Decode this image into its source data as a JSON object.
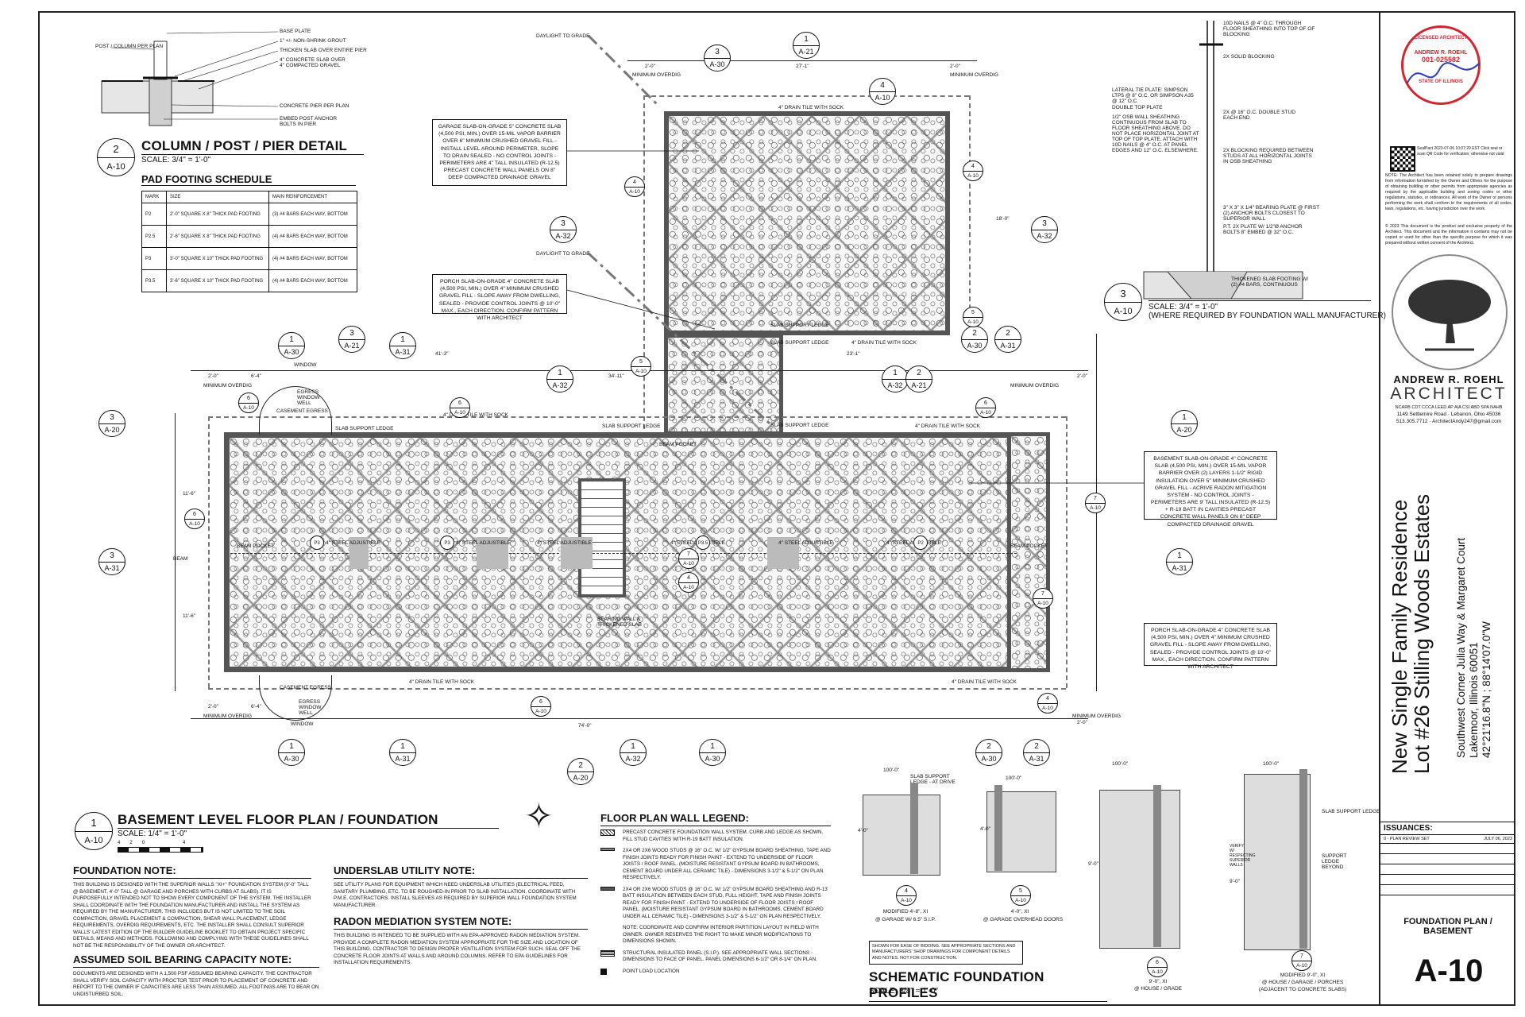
{
  "details": {
    "column": {
      "num": "2",
      "sheet": "A-10",
      "title": "COLUMN / POST / PIER DETAIL",
      "scale": "SCALE: 3/4\" = 1'-0\"",
      "callouts": [
        "BASE PLATE",
        "1\" +/- NON-SHRINK GROUT",
        "THICKEN SLAB OVER ENTIRE PIER",
        "4\" CONCRETE SLAB OVER 4\" COMPACTED GRAVEL",
        "CONCRETE PIER PER PLAN",
        "EMBED POST ANCHOR BOLTS IN PIER"
      ],
      "post_label": "POST / COLUMN PER PLAN"
    },
    "wall": {
      "num": "3",
      "sheet": "A-10",
      "scale": "SCALE: 3/4\" = 1'-0\"",
      "note": "(WHERE REQUIRED BY FOUNDATION WALL MANUFACTURER)",
      "callouts": [
        "10d NAILS @ 4\" O.C. THROUGH FLOOR SHEATHING INTO TOP OF OF BLOCKING",
        "2X SOLID BLOCKING",
        "LATERAL TIE PLATE: SIMPSON LTP5 @ 8\" O.C. OR SIMPSON A35 @ 12\" O.C.",
        "DOUBLE TOP PLATE",
        "1/2\" OSB WALL SHEATHING CONTINUOUS FROM SLAB TO FLOOR SHEATHING ABOVE. DO NOT PLACE HORIZONTAL JOINT AT TOP OF TOP PLATE. ATTACH WITH 10d NAILS @ 4\" O.C. AT PANEL EDGES AND 12\" O.C. ELSEWHERE.",
        "2X @ 16\" O.C. DOUBLE STUD EACH END",
        "2X BLOCKING REQUIRED BETWEEN STUDS AT ALL HORIZONTAL JOINTS IN OSB SHEATHING",
        "3\" X 3\" X 1/4\" BEARING PLATE @ FIRST (2) ANCHOR BOLTS CLOSEST TO SUPERIOR WALL",
        "P.T. 2X PLATE W/ 1/2\"Ø ANCHOR BOLTS 8\" EMBED @ 32\" O.C.",
        "THICKENED SLAB FOOTING W/ (2) #4 BARS, CONTINUOUS"
      ]
    }
  },
  "pad_schedule": {
    "title": "PAD FOOTING SCHEDULE",
    "headers": [
      "MARK",
      "SIZE",
      "MAIN REINFORCEMENT"
    ],
    "rows": [
      [
        "P2",
        "2'-0\" SQUARE X 8\" THICK PAD FOOTING",
        "(3) #4 BARS EACH WAY, BOTTOM"
      ],
      [
        "P2.5",
        "2'-6\" SQUARE X 8\" THICK PAD FOOTING",
        "(4) #4 BARS EACH WAY, BOTTOM"
      ],
      [
        "P3",
        "3'-0\" SQUARE X 10\" THICK PAD FOOTING",
        "(4) #4 BARS EACH WAY, BOTTOM"
      ],
      [
        "P3.5",
        "3'-6\" SQUARE X 10\" THICK PAD FOOTING",
        "(4) #4 BARS EACH WAY, BOTTOM"
      ]
    ]
  },
  "plan": {
    "num": "1",
    "sheet": "A-10",
    "title": "BASEMENT LEVEL FLOOR PLAN / FOUNDATION",
    "scale": "SCALE: 1/4\" = 1'-0\"",
    "scale_bar": [
      "4",
      "2",
      "0",
      "4"
    ],
    "garage_note": "GARAGE SLAB-ON-GRADE 5\" CONCRETE SLAB (4,500 PSI, MIN.) OVER 15-MIL VAPOR BARRIER OVER 6\" MINIMUM CRUSHED GRAVEL FILL - INSTALL LEVEL AROUND PERIMETER, SLOPE TO DRAIN SEALED - NO CONTROL JOINTS - PERIMETERS ARE 4\" TALL INSULATED (R-12.5) PRECAST CONCRETE WALL PANELS ON 8\" DEEP COMPACTED DRAINAGE GRAVEL",
    "porch_note_1": "PORCH SLAB-ON-GRADE 4\" CONCRETE SLAB (4,500 PSI, MIN.) OVER 4\" MINIMUM CRUSHED GRAVEL FILL - SLOPE AWAY FROM DWELLING, SEALED - PROVIDE CONTROL JOINTS @ 10'-0\" MAX., EACH DIRECTION. CONFIRM PATTERN WITH ARCHITECT",
    "basement_note": "BASEMENT SLAB-ON-GRADE 4\" CONCRETE SLAB (4,500 PSI, MIN.) OVER 15-MIL VAPOR BARRIER OVER (2) LAYERS 1-1/2\" RIGID INSULATION OVER 5\" MINIMUM CRUSHED GRAVEL FILL - ACRIVE RADON MITIGATION SYSTEM - NO CONTROL JOINTS - PERIMETERS ARE 9' TALL INSULATED (R-12.5) + R-19 BATT IN CAVITIES PRECAST CONCRETE WALL PANELS ON 8\" DEEP COMPACTED DRAINAGE GRAVEL",
    "porch_note_2": "PORCH SLAB-ON-GRADE 4\" CONCRETE SLAB (4,500 PSI, MIN.) OVER 4\" MINIMUM CRUSHED GRAVEL FILL - SLOPE AWAY FROM DWELLING, SEALED - PROVIDE CONTROL JOINTS @ 10'-0\" MAX., EACH DIRECTION. CONFIRM PATTERN WITH ARCHITECT",
    "labels": {
      "daylight": "DAYLIGHT TO GRADE",
      "drain": "4\" DRAIN TILE WITH SOCK",
      "ledge": "SLAB SUPPORT LEDGE",
      "overdig": "MINIMUM OVERDIG",
      "egress": "EGRESS WINDOW WELL",
      "casement": "CASEMENT EGRESS",
      "window": "WINDOW",
      "beam_pocket": "BEAM POCKET",
      "steel": "4\" STEEL ADJUSTIBLE",
      "bearing": "BEARING WALL & THICKENED SLAB",
      "beam": "BEAM"
    },
    "dims": {
      "d1": "2'-0\"",
      "d2": "27'-1\"",
      "d3": "41'-3\"",
      "d4": "34'-11\"",
      "d5": "23'-1\"",
      "d6": "74'-0\"",
      "d7": "6'-4\"",
      "d8": "18'-0\"",
      "d9": "11'-6\""
    }
  },
  "notes": {
    "foundation": {
      "title": "FOUNDATION NOTE:",
      "text": "THIS BUILDING IS DESIGNED WITH THE SUPERIOR WALLS \"Xi+\" FOUNDATION SYSTEM (9'-0\" TALL @ BASEMENT, 4'-0\" TALL @ GARAGE AND PORCHES WITH CURBS AT SLABS). IT IS PURPOSEFULLY INTENDED NOT TO SHOW EVERY COMPONENT OF THE SYSTEM. THE INSTALLER SHALL COORDINATE WITH THE FOUNDATION MANUFACTURER AND INSTALL THE SYSTEM AS REQUIRED BY THE MANUFACTURER. THIS INCLUDES BUT IS NOT LIMITED TO THE SOIL COMPACTION, GRAVEL PLACEMENT & COMPACTION, SHEAR WALL PLACEMENT, LEDGE REQUIREMENTS, OVERDIG REQUIREMENTS, ETC. THE INSTALLER SHALL CONSULT SUPERIOR WALLS' LATEST EDITION OF THE BUILDER GUIDELINE BOOKLET TO OBTAIN PROJECT SPECIFIC DETAILS, MEANS AND METHODS. FOLLOWING AND COMPLYING WITH THESE GUIDELINES SHALL NOT BE THE RESPONSIBILITY OF THE OWNER OR ARCHITECT."
    },
    "soil": {
      "title": "ASSUMED SOIL BEARING CAPACITY NOTE:",
      "text": "DOCUMENTS ARE DESIGNED WITH A 1,500 PSF ASSUMED BEARING CAPACITY. THE CONTRACTOR SHALL VERIFY SOIL CAPACITY WITH PROCTOR TEST PRIOR TO PLACEMENT OF CONCRETE AND REPORT TO THE OWNER IF CAPACITIES ARE LESS THAN ASSUMED. ALL FOOTINGS ARE TO BEAR ON UNDISTURBED SOIL."
    },
    "underslab": {
      "title": "UNDERSLAB UTILITY NOTE:",
      "text": "SEE UTILITY PLANS FOR EQUIPMENT WHICH NEED UNDERSLAB UTILITIES (ELECTRICAL FEED, SANITARY PLUMBING, ETC. TO BE ROUGHED-IN PRIOR TO SLAB INSTALLATION. COORDINATE WITH P.M.E. CONTRACTORS. INSTALL SLEEVES AS REQUIRED BY SUPERIOR WALL FOUNDATION SYSTEM MANUFACTURER."
    },
    "radon": {
      "title": "RADON MEDIATION SYSTEM NOTE:",
      "text": "THIS BUILDING IS INTENDED TO BE SUPPLIED WITH AN EPA-APPROVED RADON MEDIATION SYSTEM. PROVIDE A COMPLETE RADON MEDIATION SYSTEM APPROPRIATE FOR THE SIZE AND LOCATION OF THIS BUILDING. CONTRACTOR TO DESIGN PROPER VENTILATION SYSTEM FOR SUCH. SEAL OFF THE CONCRETE FLOOR JOINTS AT WALLS AND AROUND COLUMNS. REFER TO EPA GUIDELINES FOR INSTALLATION REQUIREMENTS."
    }
  },
  "legend": {
    "title": "FLOOR PLAN WALL LEGEND:",
    "items": [
      "PRECAST CONCRETE FOUNDATION WALL SYSTEM. CURB AND LEDGE AS SHOWN. FILL STUD CAVITIES WITH R-19 BATT INSULATION.",
      "2x4 OR 2x6 WOOD STUDS @ 16\" O.C. W/ 1/2\" GYPSUM BOARD SHEATHING, TAPE AND FINISH JOINTS READY FOR FINISH PAINT - EXTEND TO UNDERSIDE OF FLOOR JOISTS / ROOF PANEL. (MOISTURE RESISTANT GYPSUM BOARD IN BATHROOMS, CEMENT BOARD UNDER ALL CERAMIC TILE) - DIMENSIONS 3-1/2\" & 5-1/2\" ON PLAN RESPECTIVELY.",
      "2x4 OR 2x6 WOOD STUDS @ 16\" O.C. W/ 1/2\" GYPSUM BOARD SHEATHING AND R-13 BATT INSULATION BETWEEN EACH STUD, FULL HEIGHT. TAPE AND FINISH JOINTS READY FOR FINISH PAINT - EXTEND TO UNDERSIDE OF FLOOR JOISTS / ROOF PANEL. (MOISTURE RESISTANT GYPSUM BOARD IN BATHROOMS, CEMENT BOARD UNDER ALL CERAMIC TILE) - DIMENSIONS 3-1/2\" & 5-1/2\" ON PLAN RESPECTIVELY.",
      "NOTE: COORDINATE AND CONFIRM INTERIOR PARTITION LAYOUT IN FIELD WITH OWNER. OWNER RESERVES THE RIGHT TO MAKE MINOR MODIFICATIONS TO DIMENSIONS SHOWN.",
      "STRUCTURAL INSULATED PANEL (S.I.P.). SEE APPROPRIATE WALL SECTIONS - DIMENSIONS TO FACE OF PANEL. PANEL DIMENSIONS 6-1/2\" OR 8-1/4\" ON PLAN.",
      "POINT LOAD LOCATION"
    ]
  },
  "profiles": {
    "title": "SCHEMATIC FOUNDATION PROFILES",
    "scale": "SCALE: 3/8\" = 1'-0\"",
    "note": "SHOWN FOR EASE OF BIDDING. SEE APPROPRIATE SECTIONS AND MANUFACTURERS' SHOP DRAWINGS FOR COMPONENT DETAILS AND NOTES. NOT FOR CONSTRUCTION.",
    "items": [
      {
        "num": "4",
        "sheet": "A-10",
        "c1": "MODIFIED 4'-8\", Xi",
        "c2": "@ GARAGE W/ 6.5\" S.I.P.",
        "h": "4'-0\""
      },
      {
        "num": "5",
        "sheet": "A-10",
        "c1": "4'-0\", Xi",
        "c2": "@ GARAGE OVERHEAD DOORS",
        "h": "4'-0\""
      },
      {
        "num": "6",
        "sheet": "A-10",
        "c1": "9'-0\", Xi",
        "c2": "@ HOUSE / GRADE",
        "h": "9'-0\""
      },
      {
        "num": "7",
        "sheet": "A-10",
        "c1": "MODIFIED 9'-0\", Xi",
        "c2": "@ HOUSE / GARAGE / PORCHES",
        "c3": "(ADJACENT TO CONCRETE SLABS)",
        "h": "9'-0\""
      }
    ],
    "labels": {
      "elev": "100'-0\"",
      "ledge_drive": "SLAB SUPPORT LEDGE - AT DRIVE",
      "ledge": "SLAB SUPPORT LEDGE",
      "ledge_beyond": "SUPPORT LEDGE BEYOND",
      "verify": "VERIFY W/ RESPECTING SUPERIOR WALLS"
    }
  },
  "titleblock": {
    "seal": {
      "line1": "LICENSED ARCHITECT",
      "line2": "ANDREW R. ROEHL",
      "line3": "001-025582",
      "line4": "STATE OF ILLINOIS"
    },
    "sealpact": "SealPact 2023-07-06 10:07:29 EST Click seal or scan QR Code for verification; otherwise not valid",
    "note1": "NOTE: The Architect has been retained solely to prepare drawings from information furnished by the Owner and Others for the purpose of obtaining building or other permits from appropriate agencies as required by the applicable building and zoning codes or other regulations, statutes, or ordinances. All work of the Owner or persons performing the work shall conform to the requirements of all codes, laws, regulations, etc. having jurisdiction over the work.",
    "note2": "© 2023 This document is the product and exclusive property of the Architect. This document and the information it contains may not be copied or used for other than the specific purpose for which it was prepared without written consent of the Architect.",
    "firm_name": "ANDREW R. ROEHL",
    "firm_type": "ARCHITECT",
    "creds": "NCARB CDT CCCA LEED AP AIA CSI ABD SPA NAHB",
    "address": "1149 Settlemire Road · Lebanon, Ohio 45036",
    "contact": "513.305.7712 · ArchitectAndy247@gmail.com",
    "project1": "New Single Family Residence",
    "project2": "Lot #26 Stilling Woods Estates",
    "loc1": "Southwest Corner Julia Way & Margaret Court",
    "loc2": "Lakemoor, Illinois 60051",
    "loc3": "42°21'16.8\"N ; 88°14'07.0\"W",
    "issuances_title": "ISSUANCES:",
    "issuance": "0 - PLAN REVIEW SET",
    "issuance_date": "JULY 06, 2023",
    "sheet_title": "FOUNDATION PLAN / BASEMENT",
    "sheet_num": "A-10"
  },
  "colors": {
    "ink": "#111111",
    "seal_red": "#d22630",
    "seal_blue": "#2a3fbf",
    "hatch": "#555555"
  }
}
